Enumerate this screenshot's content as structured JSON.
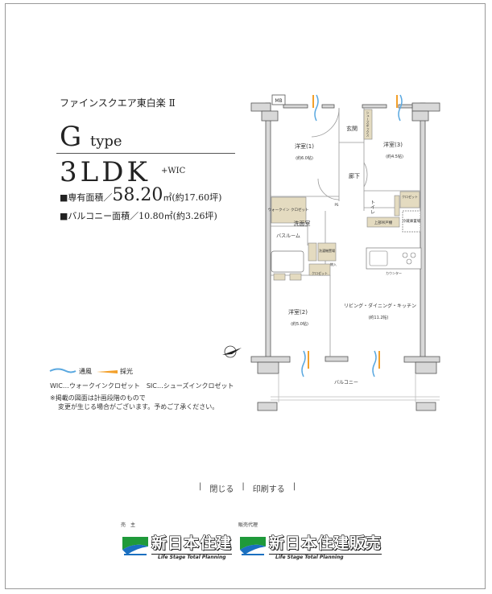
{
  "building_name": "ファインスクエア東白楽 Ⅱ",
  "type": {
    "letter": "G",
    "suffix": "type"
  },
  "layout": {
    "name": "3LDK",
    "extra": "+WIC"
  },
  "areas": {
    "private_label": "■専有面積／",
    "private_value": "58.20",
    "private_unit": "㎡(約17.60坪)",
    "balcony": "■バルコニー面積／10.80㎡(約3.26坪)"
  },
  "plan": {
    "mb": "MB",
    "entrance": "玄関",
    "shoe_box": "シューズボックス",
    "room1": "洋室(1)",
    "room1_size": "(約6.0帖)",
    "room2": "洋室(2)",
    "room2_size": "(約5.0帖)",
    "room3": "洋室(3)",
    "room3_size": "(約4.5帖)",
    "hall": "廊下",
    "wic": "ウォークイン クロゼット",
    "washroom": "洗面室",
    "bathroom": "バスルーム",
    "toilet": "トイレ",
    "closet": "クロゼット",
    "upper_cabinet": "上部吊戸棚",
    "fridge": "冷蔵庫置場",
    "counter": "カウンター",
    "ldk": "リビング・ダイニング・キッチン",
    "ldk_size": "(約11.2帖)",
    "balcony": "バルコニー",
    "laundry": "洗濯機置場",
    "storage": "物入",
    "ps": "PS"
  },
  "legend": {
    "wind": "通風",
    "light": "採光"
  },
  "notes": {
    "abbrev": "WIC…ウォークインクロゼット　SIC…シューズインクロゼット",
    "line1": "※掲載の図面は計画段階のもので",
    "line2": "変更が生じる場合がございます。予めご了承ください。"
  },
  "actions": {
    "close": "閉じる",
    "print": "印刷する",
    "sep": "|"
  },
  "seller": {
    "caption": "売　主",
    "name": "新日本住建",
    "tagline": "Life Stage Total Planning"
  },
  "agent": {
    "caption": "販売代理",
    "name": "新日本住建販売",
    "tagline": "Life Stage Total Planning"
  },
  "colors": {
    "tan": "#e4dbc0",
    "wall": "#d8d8d8",
    "wind": "#5aa8e0",
    "light": "#f3a02a",
    "logo_green": "#1f9a3a",
    "logo_blue": "#1a6fc0"
  }
}
